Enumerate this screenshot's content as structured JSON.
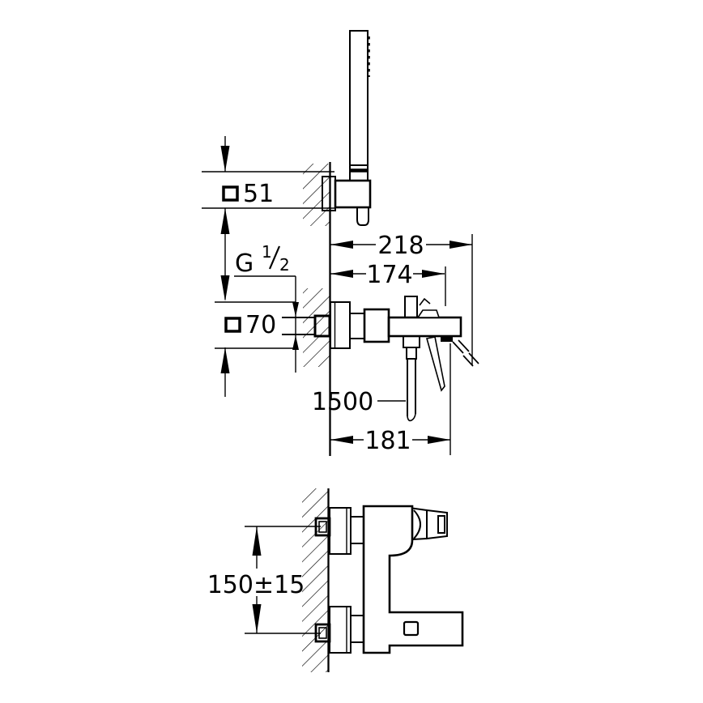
{
  "page": {
    "type": "technical-installation-drawing",
    "background": "#ffffff",
    "line_color": "#000000"
  },
  "dimensions": {
    "bracket_size": {
      "symbol": "square",
      "value": "51"
    },
    "escutcheon_size": {
      "symbol": "square",
      "value": "70"
    },
    "thread": {
      "letter": "G",
      "numerator": "1",
      "slash": "/",
      "denominator": "2"
    },
    "wall_to_lever_open": "218",
    "wall_to_lever": "174",
    "hose_length": "1500",
    "wall_to_spout": "181",
    "union_spacing": "150±15"
  }
}
